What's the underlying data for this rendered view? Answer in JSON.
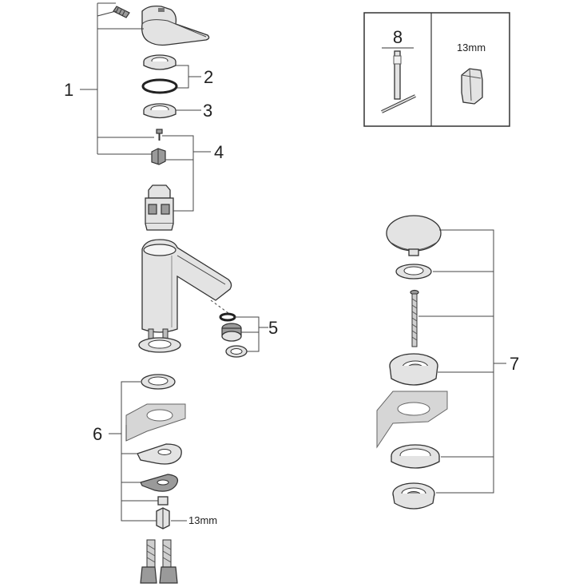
{
  "labels": {
    "p1": "1",
    "p2": "2",
    "p3": "3",
    "p4": "4",
    "p5": "5",
    "p6": "6",
    "p7": "7",
    "p8": "8"
  },
  "tool_box": {
    "tool_number": "8",
    "wrench_size": "13mm"
  },
  "nut_size": "13mm"
}
